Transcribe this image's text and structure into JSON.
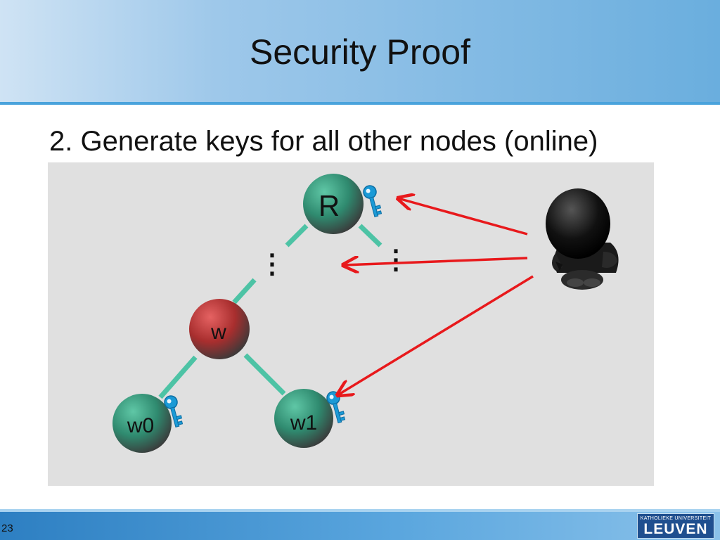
{
  "slide": {
    "title": "Security Proof",
    "subtitle": "2. Generate keys for all other nodes (online)",
    "page_number": "23"
  },
  "diagram": {
    "nodes": [
      {
        "id": "root",
        "label": "R",
        "color": "#2f8a6f",
        "has_key": true
      },
      {
        "id": "w",
        "label": "w",
        "color": "#a82e2e",
        "has_key": false
      },
      {
        "id": "w0",
        "label": "w0",
        "color": "#2f8a6f",
        "has_key": true
      },
      {
        "id": "w1",
        "label": "w1",
        "color": "#2f8a6f",
        "has_key": true
      }
    ],
    "ellipsis": [
      "⋮",
      "⋮"
    ],
    "edge_color": "#4dc3a5",
    "arrow_color": "#e8191c",
    "key_color": "#1b9ad6",
    "adversary_icon": "hooded-adversary-figure"
  },
  "logo": {
    "line1": "KATHOLIEKE UNIVERSITEIT",
    "line2": "LEUVEN"
  }
}
